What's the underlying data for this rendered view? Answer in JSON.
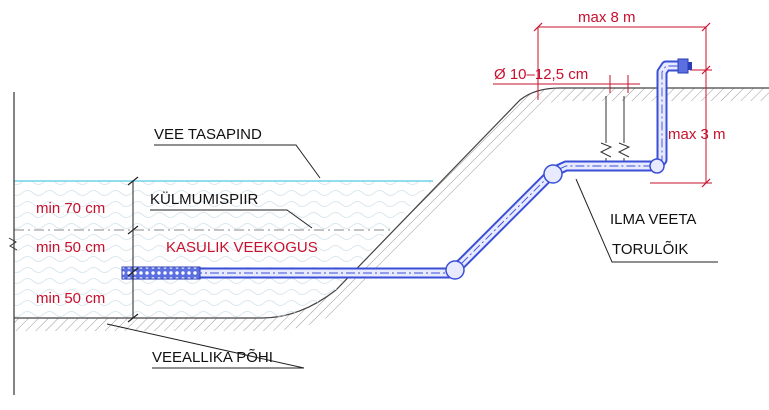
{
  "labels": {
    "water_level": "VEE TASAPIND",
    "frost_line": "KÜLMUMISPIIR",
    "useful_water": "KASULIK VEEKOGUS",
    "source_bottom": "VEEALLIKA PÕHI",
    "dry_pipe_line1": "ILMA VEETA",
    "dry_pipe_line2": "TORULÕIK"
  },
  "dimensions": {
    "max_length": "max 8 m",
    "diameter": "Ø 10–12,5 cm",
    "max_height": "max 3 m",
    "min_frost_depth": "min 70 cm",
    "min_useful_depth": "min 50 cm",
    "min_bottom_clearance": "min 50 cm"
  },
  "colors": {
    "water_surface": "#6fd3e8",
    "water_fill": "#eef7fb",
    "pipe": "#3a4fd6",
    "dimension_text": "#c8102e",
    "line": "#222222"
  }
}
